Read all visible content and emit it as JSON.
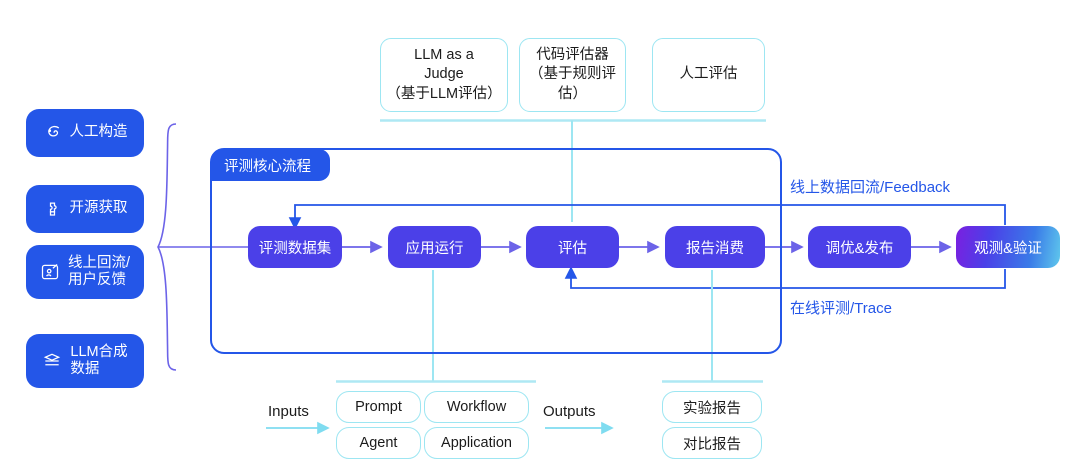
{
  "colors": {
    "brand_blue": "#2456E8",
    "node_purple": "#4B40E8",
    "cyan_line": "#9DE6F2",
    "arrow_purple": "#6C63E8",
    "gradient_end_cyan": "#5FC8EC"
  },
  "sources": {
    "items": [
      {
        "label": "人工构造",
        "icon": "person-circle-icon"
      },
      {
        "label": "开源获取",
        "icon": "puzzle-plus-icon"
      },
      {
        "label": "线上回流/\n用户反馈",
        "icon": "feedback-screen-icon"
      },
      {
        "label": "LLM合成\n数据",
        "icon": "database-stack-icon"
      }
    ]
  },
  "evaluators": {
    "items": [
      {
        "label": "LLM as a\nJudge\n（基于LLM评估）"
      },
      {
        "label": "代码评估器\n（基于规则评估）"
      },
      {
        "label": "人工评估"
      }
    ]
  },
  "core": {
    "tab_label": "评测核心流程",
    "nodes": [
      {
        "label": "评测数据集"
      },
      {
        "label": "应用运行"
      },
      {
        "label": "评估"
      },
      {
        "label": "报告消费"
      }
    ]
  },
  "outer_nodes": [
    {
      "label": "调优&发布"
    },
    {
      "label": "观测&验证"
    }
  ],
  "loops": {
    "feedback_label": "线上数据回流/Feedback",
    "trace_label": "在线评测/Trace"
  },
  "io": {
    "inputs_label": "Inputs",
    "outputs_label": "Outputs",
    "input_items": [
      "Prompt",
      "Workflow",
      "Agent",
      "Application"
    ],
    "output_items": [
      "实验报告",
      "对比报告"
    ]
  }
}
